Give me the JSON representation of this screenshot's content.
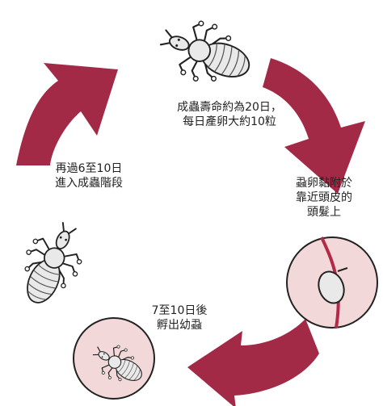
{
  "stages": {
    "adult": {
      "line1": "成蟲壽命約為20日，",
      "line2": "每日產卵大約10粒"
    },
    "egg": {
      "line1": "蝨卵黏附於",
      "line2": "靠近頭皮的",
      "line3": "頭髮上"
    },
    "hatch": {
      "line1": "7至10日後",
      "line2": "孵出幼蝨"
    },
    "nymph": {
      "line1": "再過6至10日",
      "line2": "進入成蟲階段"
    }
  },
  "colors": {
    "arrow": "#a32a47",
    "circle_fill": "#f2d8d8",
    "hair": "#b32a49",
    "louse_fill": "#e9e9e9"
  },
  "icons": [
    "adult-louse-icon",
    "nymph-louse-icon",
    "egg-on-hair-icon",
    "young-louse-icon",
    "cycle-arrow-icon"
  ]
}
